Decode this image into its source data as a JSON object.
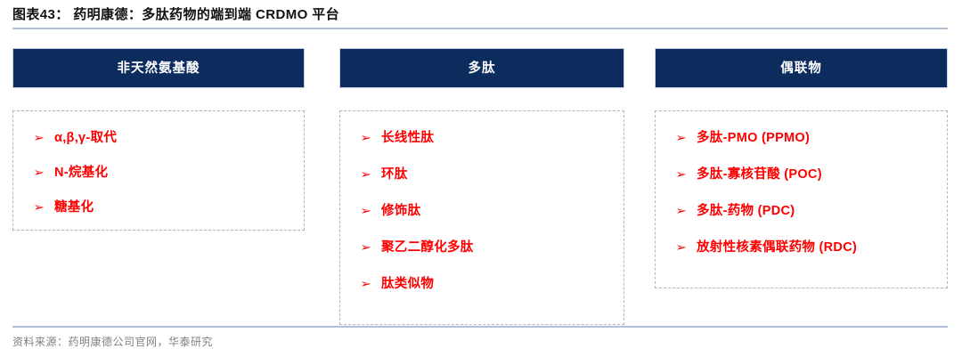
{
  "title": "图表43： 药明康德：多肽药物的端到端 CRDMO 平台",
  "colors": {
    "header_navy": "#0c2c5e",
    "bullet_red": "#ff0000",
    "rule_blue": "#aebed6",
    "dashed_gray": "#b5b5b5",
    "source_gray": "#808080"
  },
  "columns": [
    {
      "header": "非天然氨基酸",
      "bullet_icon": "arrow-right-icon",
      "items": [
        "α,β,γ-取代",
        "N-烷基化",
        "糖基化"
      ]
    },
    {
      "header": "多肽",
      "bullet_icon": "arrow-right-icon",
      "items": [
        "长线性肽",
        "环肽",
        "修饰肽",
        "聚乙二醇化多肽",
        "肽类似物"
      ]
    },
    {
      "header": "偶联物",
      "bullet_icon": "arrow-right-icon",
      "items": [
        "多肽-PMO (PPMO)",
        "多肽-寡核苷酸 (POC)",
        "多肽-药物 (PDC)",
        "放射性核素偶联药物 (RDC)"
      ]
    }
  ],
  "source_note": "资料来源：药明康德公司官网，华泰研究",
  "bullet_glyph": "➢"
}
